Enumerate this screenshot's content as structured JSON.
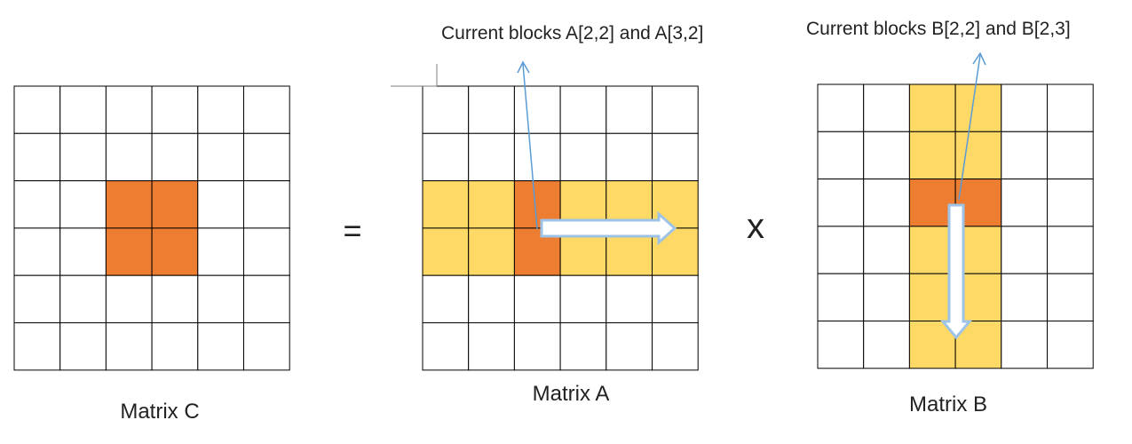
{
  "colors": {
    "highlight_row_col": "#FFD966",
    "current_block": "#ED7D31",
    "grid_line": "#000000",
    "callout_line": "#5B9BD5",
    "block_arrow_fill": "#FFFFFF",
    "block_arrow_stroke": "#9DC3E6"
  },
  "operators": {
    "equals": "=",
    "times": "x"
  },
  "callouts": {
    "a": "Current blocks A[2,2] and A[3,2]",
    "b": "Current blocks B[2,2] and B[2,3]"
  },
  "matrices": [
    {
      "id": "C",
      "label": "Matrix C",
      "rows": 6,
      "cols": 6,
      "highlight": [],
      "current": [
        [
          2,
          2
        ],
        [
          2,
          3
        ],
        [
          3,
          2
        ],
        [
          3,
          3
        ]
      ]
    },
    {
      "id": "A",
      "label": "Matrix A",
      "rows": 6,
      "cols": 6,
      "highlight": [
        [
          2,
          0
        ],
        [
          2,
          1
        ],
        [
          2,
          3
        ],
        [
          2,
          4
        ],
        [
          2,
          5
        ],
        [
          3,
          0
        ],
        [
          3,
          1
        ],
        [
          3,
          3
        ],
        [
          3,
          4
        ],
        [
          3,
          5
        ]
      ],
      "current": [
        [
          2,
          2
        ],
        [
          3,
          2
        ]
      ]
    },
    {
      "id": "B",
      "label": "Matrix B",
      "rows": 6,
      "cols": 6,
      "highlight": [
        [
          0,
          2
        ],
        [
          0,
          3
        ],
        [
          1,
          2
        ],
        [
          1,
          3
        ],
        [
          3,
          2
        ],
        [
          3,
          3
        ],
        [
          4,
          2
        ],
        [
          4,
          3
        ],
        [
          5,
          2
        ],
        [
          5,
          3
        ]
      ],
      "current": [
        [
          2,
          2
        ],
        [
          2,
          3
        ]
      ]
    }
  ]
}
